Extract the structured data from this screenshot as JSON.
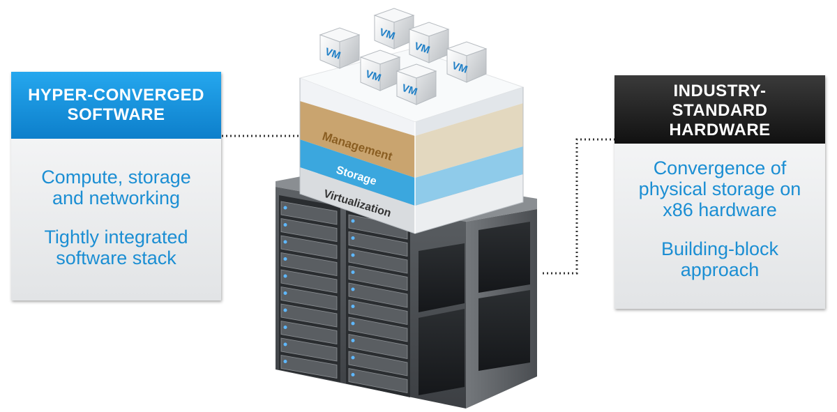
{
  "left_card": {
    "title_line1": "HYPER-CONVERGED",
    "title_line2": "SOFTWARE",
    "line1": "Compute, storage",
    "line2": "and networking",
    "line3": "Tightly integrated",
    "line4": "software stack"
  },
  "right_card": {
    "title_line1": "INDUSTRY-",
    "title_line2": "STANDARD",
    "title_line3": "HARDWARE",
    "line1": "Convergence of",
    "line2": "physical storage on",
    "line3": "x86 hardware",
    "line4": "Building-block",
    "line5": "approach"
  },
  "stack": {
    "layer_top": "Management",
    "layer_mid": "Storage",
    "layer_bottom": "Virtualization",
    "vm_label": "VM"
  },
  "colors": {
    "left_header": "#1a94de",
    "right_header": "#222222",
    "body_text": "#1b8ed3",
    "management": "#c8a46e",
    "storage": "#3aa6dc"
  }
}
